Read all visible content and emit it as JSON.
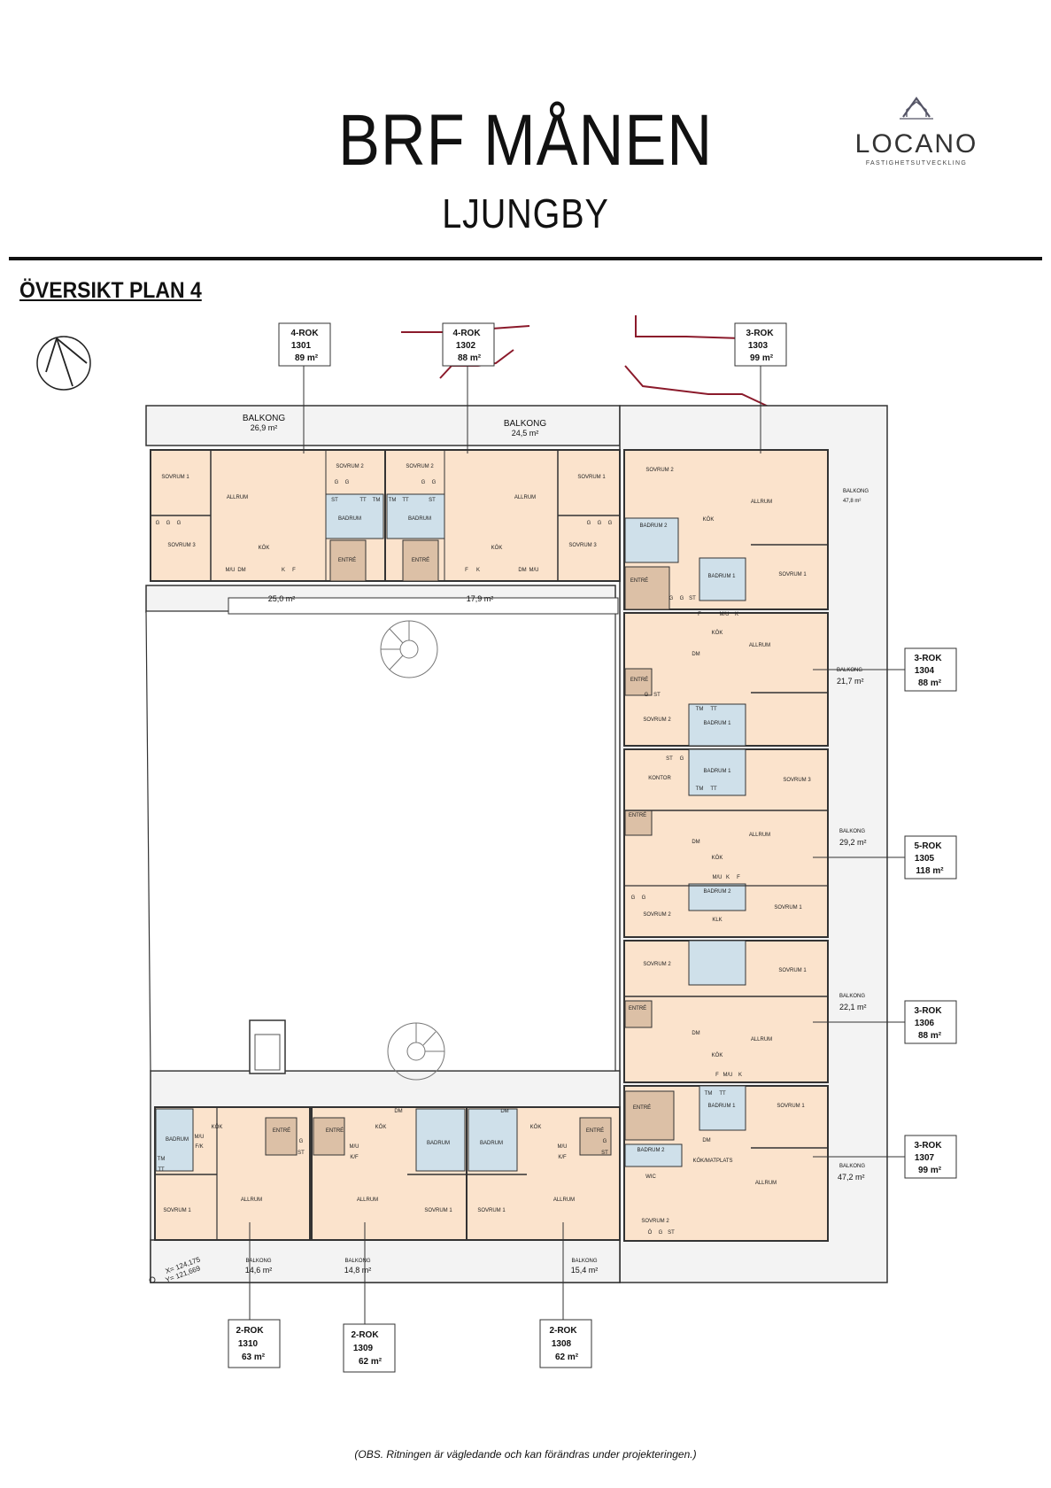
{
  "header": {
    "title": "BRF MÅNEN",
    "subtitle": "LJUNGBY",
    "logo_name": "LOCANO",
    "logo_tagline": "FASTIGHETSUTVECKLING",
    "section_title": "ÖVERSIKT PLAN 4",
    "footnote": "(OBS. Ritningen är vägledande och kan förändras under projekteringen.)"
  },
  "colors": {
    "room": "#fbe3cc",
    "wet": "#cfe0ea",
    "entry": "#dcc0a6",
    "wall": "#333333",
    "site_line": "#8b1a2b",
    "balcony": "#f3f3f3"
  },
  "apartments": [
    {
      "type": "4-ROK",
      "number": "1301",
      "area": "89  m²"
    },
    {
      "type": "4-ROK",
      "number": "1302",
      "area": "88  m²"
    },
    {
      "type": "3-ROK",
      "number": "1303",
      "area": "99  m²"
    },
    {
      "type": "3-ROK",
      "number": "1304",
      "area": "88  m²"
    },
    {
      "type": "5-ROK",
      "number": "1305",
      "area": "118  m²"
    },
    {
      "type": "3-ROK",
      "number": "1306",
      "area": "88  m²"
    },
    {
      "type": "3-ROK",
      "number": "1307",
      "area": "99  m²"
    },
    {
      "type": "2-ROK",
      "number": "1308",
      "area": "62  m²"
    },
    {
      "type": "2-ROK",
      "number": "1309",
      "area": "62  m²"
    },
    {
      "type": "2-ROK",
      "number": "1310",
      "area": "63  m²"
    }
  ],
  "balconies": [
    {
      "label": "BALKONG",
      "area": "26,9 m²"
    },
    {
      "label": "BALKONG",
      "area": "24,5 m²"
    },
    {
      "label": "",
      "area": "25,0 m²"
    },
    {
      "label": "",
      "area": "17,9 m²"
    },
    {
      "label": "BALKONG",
      "area": "47,8 m²"
    },
    {
      "label": "BALKONG",
      "area": "21,7 m²"
    },
    {
      "label": "BALKONG",
      "area": "29,2 m²"
    },
    {
      "label": "BALKONG",
      "area": "22,1 m²"
    },
    {
      "label": "BALKONG",
      "area": "47,2 m²"
    },
    {
      "label": "BALKONG",
      "area": "14,6 m²"
    },
    {
      "label": "BALKONG",
      "area": "14,8 m²"
    },
    {
      "label": "BALKONG",
      "area": "15,4 m²"
    }
  ],
  "rooms": {
    "sovrum_1": "SOVRUM 1",
    "sovrum_2": "SOVRUM 2",
    "sovrum_3": "SOVRUM 3",
    "allrum": "ALLRUM",
    "kok": "KÖK",
    "badrum": "BADRUM",
    "badrum_1": "BADRUM 1",
    "badrum_2": "BADRUM 2",
    "entre": "ENTRÉ",
    "kontor": "KONTOR",
    "klk": "KLK",
    "wic": "WIC",
    "kok_matplats": "KÖK/MATPLATS"
  },
  "fixtures": {
    "g": "G",
    "st": "ST",
    "tm": "TM",
    "tt": "TT",
    "dm": "DM",
    "mu": "M/U",
    "f": "F",
    "k": "K",
    "fk": "F/K",
    "kf": "K/F",
    "o": "Ö"
  },
  "coordinates": {
    "x": "X= 124,175",
    "y": "Y= 121,669"
  }
}
